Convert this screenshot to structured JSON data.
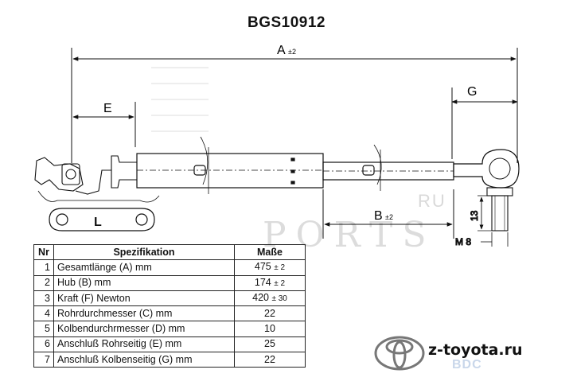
{
  "title": "BGS10912",
  "dims": {
    "A": "A",
    "A_tol": "±2",
    "B": "B",
    "B_tol": "±2",
    "E": "E",
    "G": "G",
    "L": "L",
    "thread_len": "13",
    "thread": "M 8"
  },
  "table": {
    "headers": [
      "Nr",
      "Spezifikation",
      "Maße"
    ],
    "rows": [
      {
        "nr": "1",
        "spec": "Gesamtlänge (A) mm",
        "val": "475",
        "tol": "± 2"
      },
      {
        "nr": "2",
        "spec": "Hub (B)  mm",
        "val": "174",
        "tol": "± 2"
      },
      {
        "nr": "3",
        "spec": "Kraft (F) Newton",
        "val": "420",
        "tol": "± 30"
      },
      {
        "nr": "4",
        "spec": "Rohrdurchmesser (C) mm",
        "val": "22",
        "tol": ""
      },
      {
        "nr": "5",
        "spec": "Kolbendurchrmesser (D) mm",
        "val": "10",
        "tol": ""
      },
      {
        "nr": "6",
        "spec": "Anschluß Rohrseitig (E) mm",
        "val": "25",
        "tol": ""
      },
      {
        "nr": "7",
        "spec": "Anschluß Kolbenseitig (G) mm",
        "val": "22",
        "tol": ""
      }
    ]
  },
  "watermark": {
    "ru": "RU",
    "ports": "PORTS",
    "bdc": "BDC"
  },
  "brand": {
    "site": "z-toyota.ru",
    "logo_icon": "toyota-logo-icon",
    "accent": "#111111"
  }
}
